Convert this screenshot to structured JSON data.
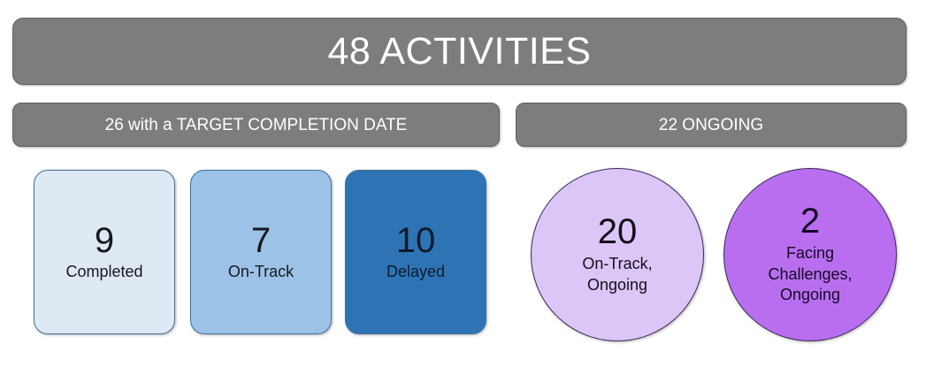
{
  "header": {
    "title": "48 ACTIVITIES"
  },
  "groups": {
    "target": {
      "banner_label": "26 with a TARGET COMPLETION DATE",
      "cards": [
        {
          "number": "9",
          "label": "Completed",
          "color": "#dee9f4"
        },
        {
          "number": "7",
          "label": "On-Track",
          "color": "#9cc2e8"
        },
        {
          "number": "10",
          "label": "Delayed",
          "color": "#2e74b5"
        }
      ]
    },
    "ongoing": {
      "banner_label": "22 ONGOING",
      "circles": [
        {
          "number": "20",
          "label": "On-Track,\nOngoing",
          "color": "#dcc6f8"
        },
        {
          "number": "2",
          "label": "Facing\nChallenges,\nOngoing",
          "color": "#b96ef0"
        }
      ]
    }
  },
  "colors": {
    "banner_gray": "#7d7d7d",
    "banner_border": "#5f5f5f",
    "banner_text": "#ffffff",
    "card_border": "#41719c",
    "circle_border": "#3b2a55",
    "background": "#ffffff"
  },
  "chart_data": {
    "type": "bar",
    "title": "48 ACTIVITIES",
    "categories": [
      "Completed",
      "On-Track",
      "Delayed",
      "On-Track, Ongoing",
      "Facing Challenges, Ongoing"
    ],
    "values": [
      9,
      7,
      10,
      20,
      2
    ],
    "groups": [
      {
        "name": "26 with a TARGET COMPLETION DATE",
        "total": 26,
        "categories": [
          "Completed",
          "On-Track",
          "Delayed"
        ],
        "values": [
          9,
          7,
          10
        ]
      },
      {
        "name": "22 ONGOING",
        "total": 22,
        "categories": [
          "On-Track, Ongoing",
          "Facing Challenges, Ongoing"
        ],
        "values": [
          20,
          2
        ]
      }
    ],
    "total": 48,
    "xlabel": "",
    "ylabel": "",
    "legend": []
  }
}
